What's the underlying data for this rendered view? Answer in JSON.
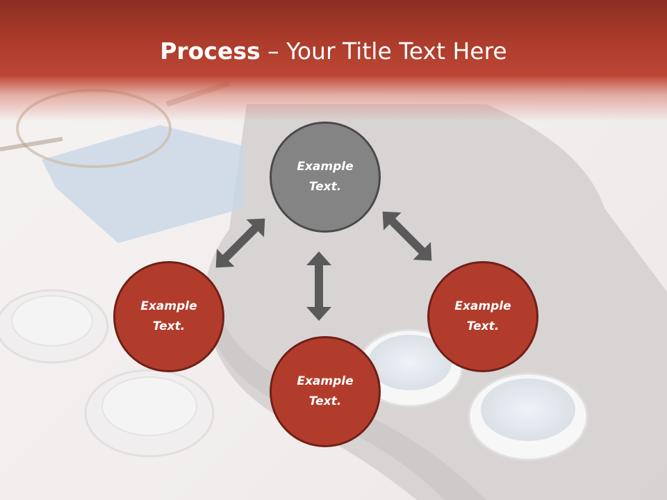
{
  "title": {
    "bold": "Process",
    "rest": " – Your Title Text Here"
  },
  "nodes": {
    "top": "Example\nText.",
    "left": "Example\nText.",
    "right": "Example\nText.",
    "bottom": "Example\nText."
  },
  "colors": {
    "header_red": "#a93a2a",
    "node_red": "#b23c2c",
    "node_gray": "#848484",
    "arrow_gray": "#5a5a5a"
  },
  "icons": {
    "arrows": [
      "double-arrow-icon",
      "double-arrow-icon",
      "double-arrow-icon"
    ]
  }
}
